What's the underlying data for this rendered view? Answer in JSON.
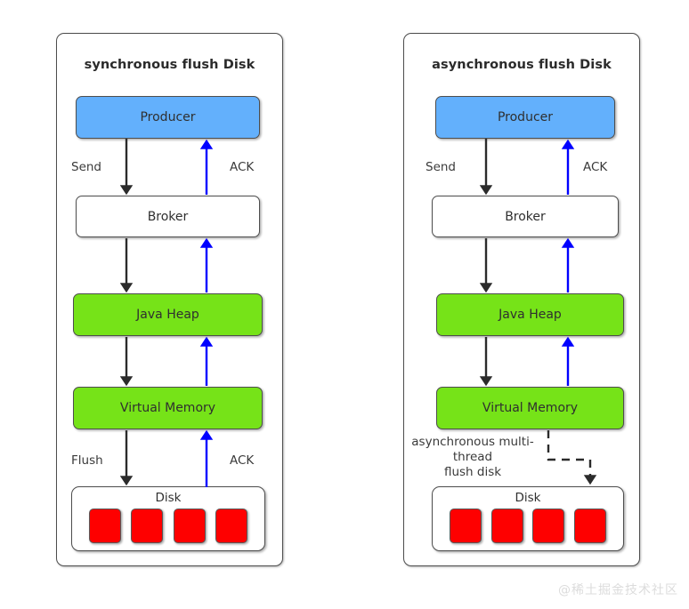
{
  "watermark": "@稀土掘金技术社区",
  "colors": {
    "producer": "#63b0fc",
    "memory": "#76e318",
    "disk_block": "#fe0000",
    "border": "#4d4d4d",
    "ack_arrow": "#0000ff",
    "flow_arrow": "#2b2b2b",
    "panel_bg": "#ffffff",
    "watermark": "#dcdcdc"
  },
  "panels": [
    {
      "id": "synchronous",
      "title": "synchronous flush Disk",
      "nodes": [
        {
          "id": "producer",
          "label": "Producer",
          "fill": "blue"
        },
        {
          "id": "broker",
          "label": "Broker",
          "fill": "white"
        },
        {
          "id": "java-heap",
          "label": "Java Heap",
          "fill": "green"
        },
        {
          "id": "virtual-memory",
          "label": "Virtual Memory",
          "fill": "green"
        }
      ],
      "disk": {
        "label": "Disk",
        "blocks": 4
      },
      "edge_labels": [
        {
          "id": "send",
          "text": "Send"
        },
        {
          "id": "ack-top",
          "text": "ACK"
        },
        {
          "id": "flush",
          "text": "Flush"
        },
        {
          "id": "ack-bottom",
          "text": "ACK"
        }
      ]
    },
    {
      "id": "asynchronous",
      "title": "asynchronous flush Disk",
      "nodes": [
        {
          "id": "producer",
          "label": "Producer",
          "fill": "blue"
        },
        {
          "id": "broker",
          "label": "Broker",
          "fill": "white"
        },
        {
          "id": "java-heap",
          "label": "Java Heap",
          "fill": "green"
        },
        {
          "id": "virtual-memory",
          "label": "Virtual Memory",
          "fill": "green"
        }
      ],
      "disk": {
        "label": "Disk",
        "blocks": 4
      },
      "edge_labels": [
        {
          "id": "send",
          "text": "Send"
        },
        {
          "id": "ack-top",
          "text": "ACK"
        }
      ],
      "note": {
        "id": "async-flush-note",
        "line1": "asynchronous multi-",
        "line2": "thread",
        "line3": "flush disk"
      }
    }
  ]
}
